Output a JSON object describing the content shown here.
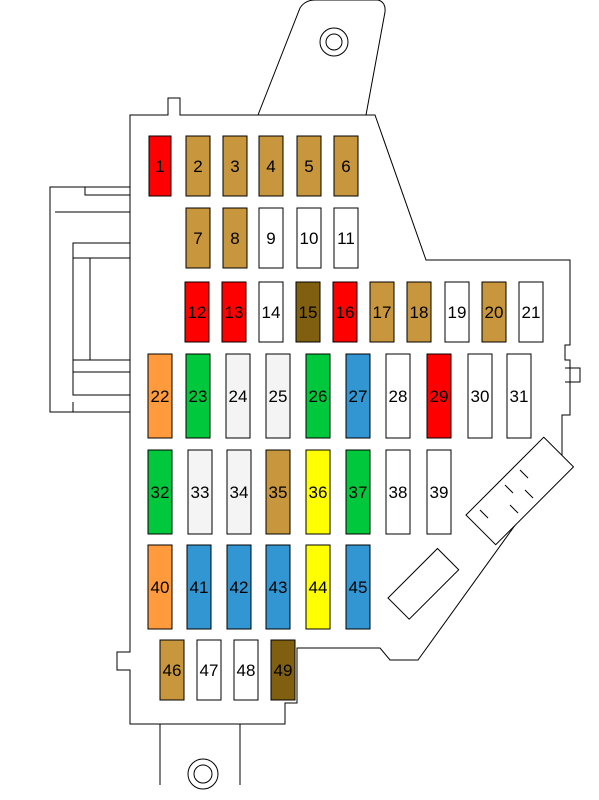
{
  "colors": {
    "red": "#ff0000",
    "tan": "#c8963c",
    "olive": "#806010",
    "white": "#ffffff",
    "lightgray": "#f4f4f4",
    "orange": "#ff9b3c",
    "green": "#00c83c",
    "blue": "#3296d2",
    "yellow": "#ffff00"
  },
  "fuses": [
    {
      "label": "1",
      "color": "red"
    },
    {
      "label": "2",
      "color": "tan"
    },
    {
      "label": "3",
      "color": "tan"
    },
    {
      "label": "4",
      "color": "tan"
    },
    {
      "label": "5",
      "color": "tan"
    },
    {
      "label": "6",
      "color": "tan"
    },
    {
      "label": "7",
      "color": "tan"
    },
    {
      "label": "8",
      "color": "tan"
    },
    {
      "label": "9",
      "color": "white"
    },
    {
      "label": "10",
      "color": "white"
    },
    {
      "label": "11",
      "color": "white"
    },
    {
      "label": "12",
      "color": "red"
    },
    {
      "label": "13",
      "color": "red"
    },
    {
      "label": "14",
      "color": "white"
    },
    {
      "label": "15",
      "color": "olive"
    },
    {
      "label": "16",
      "color": "red"
    },
    {
      "label": "17",
      "color": "tan"
    },
    {
      "label": "18",
      "color": "tan"
    },
    {
      "label": "19",
      "color": "white"
    },
    {
      "label": "20",
      "color": "tan"
    },
    {
      "label": "21",
      "color": "white"
    },
    {
      "label": "22",
      "color": "orange"
    },
    {
      "label": "23",
      "color": "green"
    },
    {
      "label": "24",
      "color": "lightgray"
    },
    {
      "label": "25",
      "color": "lightgray"
    },
    {
      "label": "26",
      "color": "green"
    },
    {
      "label": "27",
      "color": "blue"
    },
    {
      "label": "28",
      "color": "white"
    },
    {
      "label": "29",
      "color": "red"
    },
    {
      "label": "30",
      "color": "white"
    },
    {
      "label": "31",
      "color": "white"
    },
    {
      "label": "32",
      "color": "green"
    },
    {
      "label": "33",
      "color": "lightgray"
    },
    {
      "label": "34",
      "color": "lightgray"
    },
    {
      "label": "35",
      "color": "tan"
    },
    {
      "label": "36",
      "color": "yellow"
    },
    {
      "label": "37",
      "color": "green"
    },
    {
      "label": "38",
      "color": "white"
    },
    {
      "label": "39",
      "color": "white"
    },
    {
      "label": "40",
      "color": "orange"
    },
    {
      "label": "41",
      "color": "blue"
    },
    {
      "label": "42",
      "color": "blue"
    },
    {
      "label": "43",
      "color": "blue"
    },
    {
      "label": "44",
      "color": "yellow"
    },
    {
      "label": "45",
      "color": "blue"
    },
    {
      "label": "46",
      "color": "tan"
    },
    {
      "label": "47",
      "color": "white"
    },
    {
      "label": "48",
      "color": "white"
    },
    {
      "label": "49",
      "color": "olive"
    }
  ]
}
